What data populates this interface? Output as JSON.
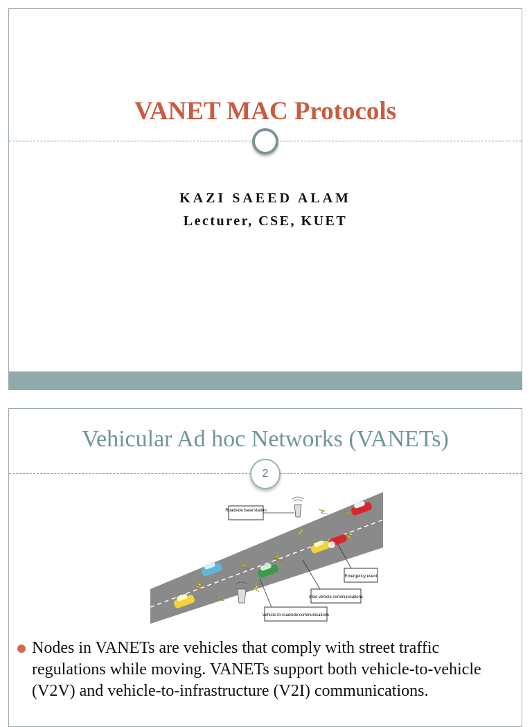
{
  "slide1": {
    "title": "VANET MAC Protocols",
    "author": "KAZI SAEED ALAM",
    "affiliation": "Lecturer, CSE, KUET"
  },
  "slide2": {
    "title": "Vehicular Ad hoc Networks (VANETs)",
    "slide_number": "2",
    "figure": {
      "labels": {
        "roadside_base_station": "Roadside base station",
        "emergency_event": "Emergency event",
        "inter_vehicle": "Inter-vehicle communications",
        "vehicle_to_roadside": "Vehicle-to-roadside communications"
      },
      "colors": {
        "road": "#8a8a8a",
        "car_red": "#d9262c",
        "car_yellow": "#f3d23a",
        "car_blue": "#5fb6d6",
        "car_green": "#3a9a4a",
        "signal": "#f2e230"
      }
    },
    "bullet": "Nodes in VANETs are vehicles that comply with street traffic regulations while moving. VANETs support both vehicle-to-vehicle (V2V) and vehicle-to-infrastructure (V2I) communications."
  },
  "theme": {
    "accent": "#cb5b3f",
    "teal": "#8faaaa",
    "title_teal": "#6f9696"
  }
}
